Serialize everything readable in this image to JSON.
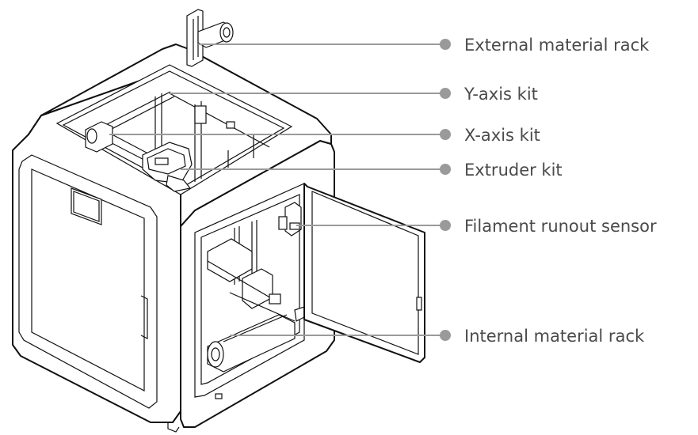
{
  "callouts": [
    {
      "id": "external-material-rack",
      "label": "External material rack"
    },
    {
      "id": "y-axis-kit",
      "label": "Y-axis kit"
    },
    {
      "id": "x-axis-kit",
      "label": "X-axis kit"
    },
    {
      "id": "extruder-kit",
      "label": "Extruder kit"
    },
    {
      "id": "filament-runout-sensor",
      "label": "Filament runout sensor"
    },
    {
      "id": "internal-material-rack",
      "label": "Internal material rack"
    }
  ],
  "colors": {
    "leader": "#9a9a9a",
    "label": "#4a4a4a",
    "outline": "#111111"
  }
}
